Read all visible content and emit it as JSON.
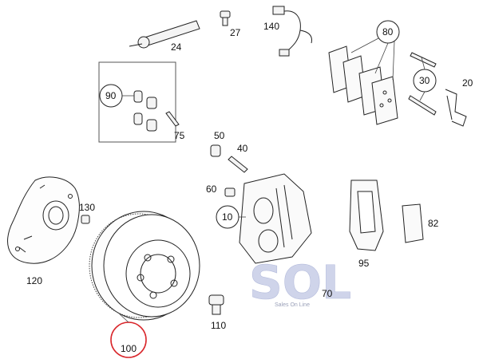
{
  "diagram": {
    "callouts": [
      {
        "id": "p24",
        "label": "24"
      },
      {
        "id": "p27",
        "label": "27"
      },
      {
        "id": "p140",
        "label": "140"
      },
      {
        "id": "p80",
        "label": "80"
      },
      {
        "id": "p90",
        "label": "90"
      },
      {
        "id": "p30",
        "label": "30"
      },
      {
        "id": "p20",
        "label": "20"
      },
      {
        "id": "p75",
        "label": "75"
      },
      {
        "id": "p50",
        "label": "50"
      },
      {
        "id": "p40",
        "label": "40"
      },
      {
        "id": "p60",
        "label": "60"
      },
      {
        "id": "p10",
        "label": "10"
      },
      {
        "id": "p130",
        "label": "130"
      },
      {
        "id": "p82",
        "label": "82"
      },
      {
        "id": "p120",
        "label": "120"
      },
      {
        "id": "p95",
        "label": "95"
      },
      {
        "id": "p70",
        "label": "70"
      },
      {
        "id": "p110",
        "label": "110"
      },
      {
        "id": "p100",
        "label": "100"
      }
    ],
    "highlight_color": "#d9262b"
  },
  "watermark": {
    "brand": "SOL",
    "tagline": "Sales On Line"
  }
}
